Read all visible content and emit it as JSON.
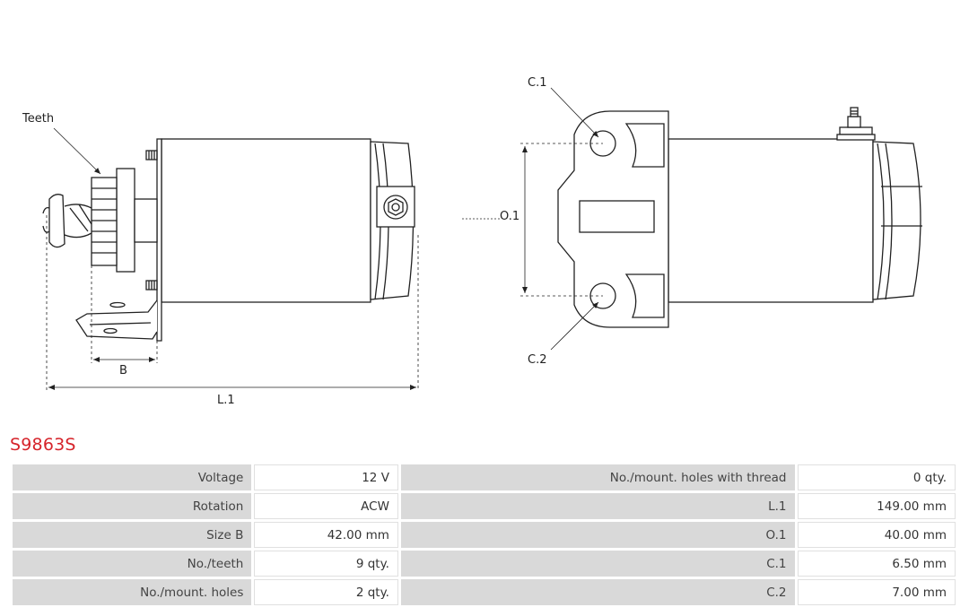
{
  "part_number": "S9863S",
  "diagram": {
    "labels": {
      "teeth": "Teeth",
      "b": "B",
      "l1": "L.1",
      "c1": "C.1",
      "c2": "C.2",
      "o1": "O.1"
    }
  },
  "specs": [
    {
      "label": "Voltage",
      "value": "12 V",
      "label2": "No./mount. holes with thread",
      "value2": "0 qty."
    },
    {
      "label": "Rotation",
      "value": "ACW",
      "label2": "L.1",
      "value2": "149.00 mm"
    },
    {
      "label": "Size B",
      "value": "42.00 mm",
      "label2": "O.1",
      "value2": "40.00 mm"
    },
    {
      "label": "No./teeth",
      "value": "9 qty.",
      "label2": "C.1",
      "value2": "6.50 mm"
    },
    {
      "label": "No./mount. holes",
      "value": "2 qty.",
      "label2": "C.2",
      "value2": "7.00 mm"
    }
  ]
}
